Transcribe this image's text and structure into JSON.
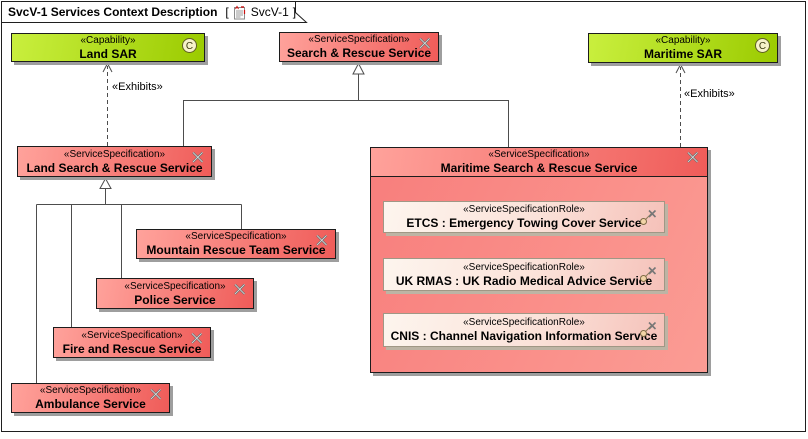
{
  "frame": {
    "title": "SvcV-1 Services Context Description",
    "bracket_open": "[",
    "diagram_ref": "SvcV-1",
    "bracket_close": "]"
  },
  "nodes": {
    "land_sar": {
      "stereotype": "«Capability»",
      "name": "Land SAR",
      "badge": "C"
    },
    "maritime_sar": {
      "stereotype": "«Capability»",
      "name": "Maritime SAR",
      "badge": "C"
    },
    "sar_service": {
      "stereotype": "«ServiceSpecification»",
      "name": "Search & Rescue Service"
    },
    "land_sar_service": {
      "stereotype": "«ServiceSpecification»",
      "name": "Land Search & Rescue Service"
    },
    "maritime_sar_service": {
      "stereotype": "«ServiceSpecification»",
      "name": "Maritime Search & Rescue Service"
    },
    "etcs_role": {
      "stereotype": "«ServiceSpecificationRole»",
      "name": "ETCS : Emergency Towing Cover Service"
    },
    "uk_rmas_role": {
      "stereotype": "«ServiceSpecificationRole»",
      "name": "UK RMAS : UK Radio Medical Advice Service"
    },
    "cnis_role": {
      "stereotype": "«ServiceSpecificationRole»",
      "name": "CNIS : Channel Navigation Information Service"
    },
    "mountain_rescue": {
      "stereotype": "«ServiceSpecification»",
      "name": "Mountain Rescue Team Service"
    },
    "police": {
      "stereotype": "«ServiceSpecification»",
      "name": "Police Service"
    },
    "fire_rescue": {
      "stereotype": "«ServiceSpecification»",
      "name": "Fire and Rescue Service"
    },
    "ambulance": {
      "stereotype": "«ServiceSpecification»",
      "name": "Ambulance Service"
    }
  },
  "edge_labels": {
    "exhibits_left": "«Exhibits»",
    "exhibits_right": "«Exhibits»"
  },
  "colors": {
    "capability_start": "#c9ef3e",
    "capability_end": "#9bcb00",
    "service_start": "#ffa29b",
    "service_end": "#ef5c59",
    "container_start": "#f87e7c",
    "container_end": "#fb9c94",
    "role_start": "#fdf5ee",
    "role_end": "#f5c1b9",
    "role_border": "#a09785",
    "role_shadow": "#bdb4a4",
    "node_border": "#1c1c1c",
    "line": "#4d4d4d",
    "shadow": "#9e9e9e",
    "text": "#000000"
  }
}
